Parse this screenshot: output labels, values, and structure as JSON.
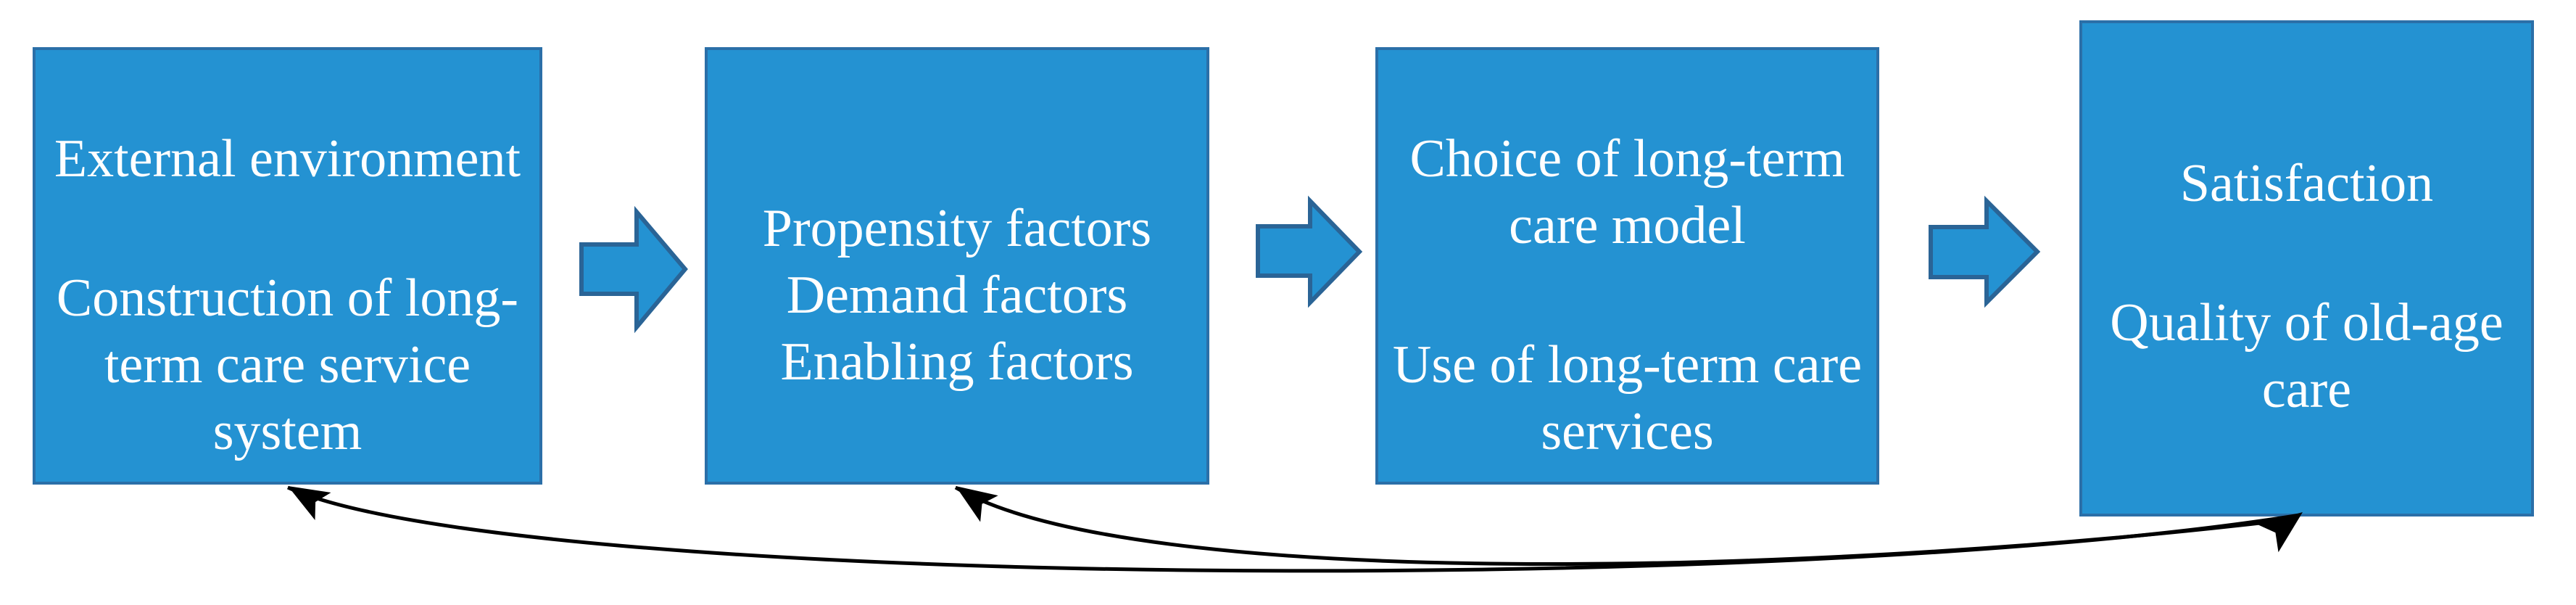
{
  "figure": {
    "description": "Flow diagram of long-term care model: four blue boxes connected left-to-right by block arrows, with curved feedback arrows from the outcome box back to the first two boxes",
    "boxes": [
      {
        "name": "external-environment",
        "paragraphs": [
          "External environment",
          "Construction of long-\nterm care service\nsystem"
        ]
      },
      {
        "name": "individual-factors",
        "paragraphs": [
          "Propensity factors\nDemand factors\nEnabling factors"
        ]
      },
      {
        "name": "care-model-choice",
        "paragraphs": [
          "Choice of long-term\ncare model",
          "Use of long-term care\nservices"
        ]
      },
      {
        "name": "outcomes",
        "paragraphs": [
          "Satisfaction",
          "Quality of old-age\ncare"
        ]
      }
    ],
    "connectors": {
      "block_arrows": [
        {
          "name": "flow-arrow-1",
          "from": "external-environment",
          "to": "individual-factors"
        },
        {
          "name": "flow-arrow-2",
          "from": "individual-factors",
          "to": "care-model-choice"
        },
        {
          "name": "flow-arrow-3",
          "from": "care-model-choice",
          "to": "outcomes"
        }
      ],
      "feedback_arrows": [
        {
          "name": "feedback-to-box-1",
          "from": "outcomes",
          "to": "external-environment",
          "style": "curved, double-headed"
        },
        {
          "name": "feedback-to-box-2",
          "from": "outcomes",
          "to": "individual-factors",
          "style": "curved, double-headed"
        }
      ]
    }
  },
  "colors": {
    "bg": "#ffffff",
    "box_fill": "#2492d2",
    "box_border": "#2b6fa8",
    "arrow_fill": "#2492d2",
    "arrow_border": "#2a6496",
    "connector_color": "#000000",
    "text_color": "#ffffff"
  }
}
